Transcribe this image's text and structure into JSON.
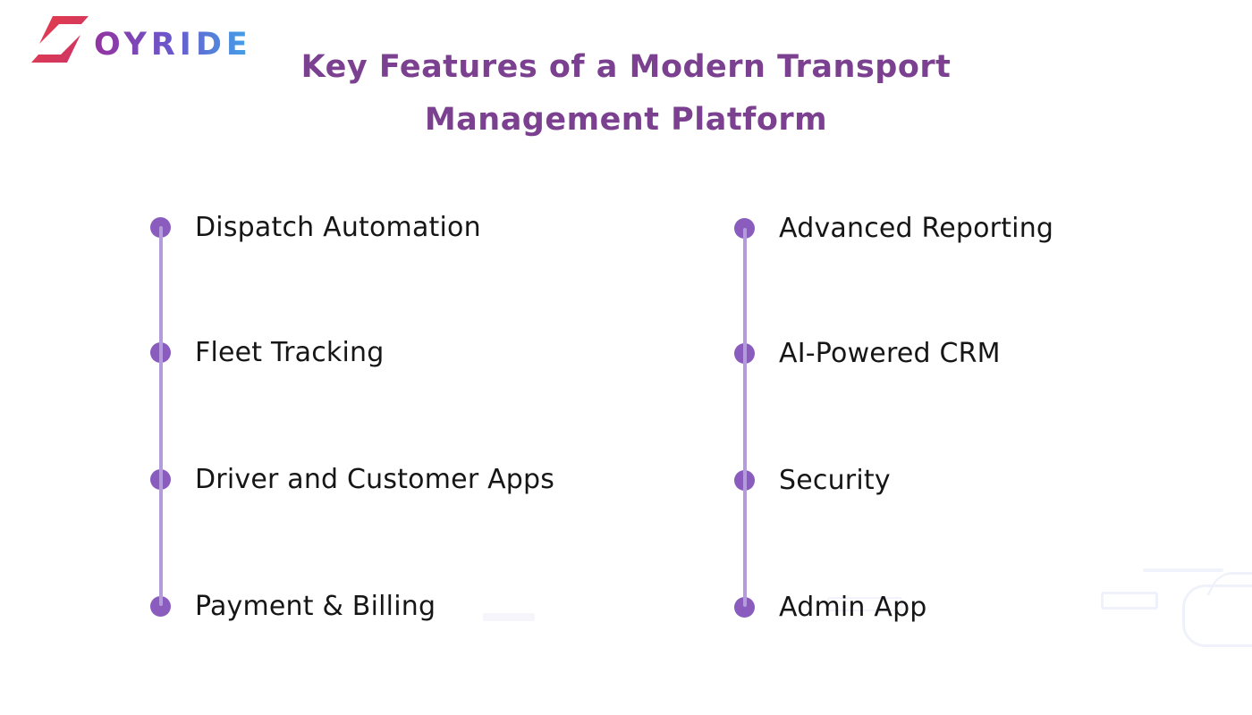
{
  "logo": {
    "brand": "ZOYRIDE",
    "z_letter": "Z",
    "rest_letters": "OYRIDE",
    "z_gradient": [
      "#E63E48",
      "#CC3468"
    ],
    "letters_gradient": [
      "#94339F",
      "#6A58CC",
      "#42A0E8"
    ]
  },
  "title": {
    "line1": "Key Features of a Modern Transport",
    "line2": "Management Platform",
    "full_text": "Key Features of a Modern Transport Management Platform",
    "color": "#7B4190"
  },
  "features": {
    "left": [
      "Dispatch Automation",
      "Fleet Tracking",
      "Driver and Customer Apps",
      "Payment & Billing"
    ],
    "right": [
      "Advanced Reporting",
      "AI-Powered CRM",
      "Security",
      "Admin App"
    ]
  },
  "style": {
    "background": "#FFFFFF",
    "bullet_dot_color": "#8A5CBE",
    "connector_line_color": "#B49BDC",
    "item_text_color": "#161616",
    "title_color": "#7B4190"
  }
}
